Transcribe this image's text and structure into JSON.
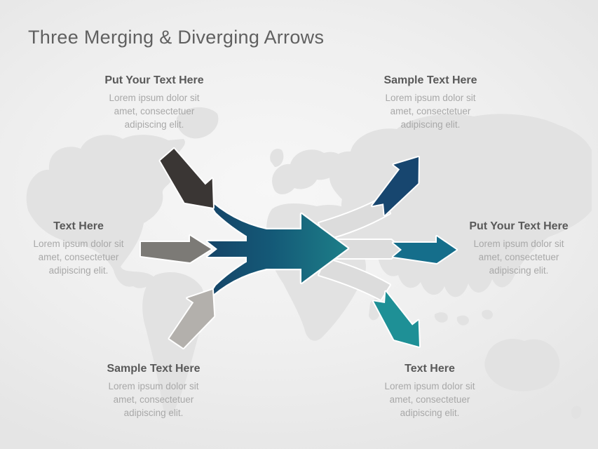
{
  "slide": {
    "title": "Three Merging & Diverging Arrows"
  },
  "blocks": {
    "top_left": {
      "heading": "Put Your Text Here",
      "body": "Lorem ipsum dolor sit\namet, consectetuer\nadipiscing elit."
    },
    "top_right": {
      "heading": "Sample Text Here",
      "body": "Lorem ipsum dolor sit\namet, consectetuer\nadipiscing elit."
    },
    "mid_left": {
      "heading": "Text Here",
      "body": "Lorem ipsum dolor sit\namet, consectetuer\nadipiscing elit."
    },
    "mid_right": {
      "heading": "Put Your Text Here",
      "body": "Lorem ipsum dolor sit\namet, consectetuer\nadipiscing elit."
    },
    "bottom_left": {
      "heading": "Sample Text Here",
      "body": "Lorem ipsum dolor sit\namet, consectetuer\nadipiscing elit."
    },
    "bottom_right": {
      "heading": "Text Here",
      "body": "Lorem ipsum dolor sit\namet, consectetuer\nadipiscing elit."
    }
  },
  "colors": {
    "background": "#efefef",
    "map_watermark": "#e2e2e2",
    "heading_text": "#595959",
    "body_text": "#a8a8a8",
    "incoming_arrow_dark": "#3a3634",
    "incoming_arrow_gray": "#7c7a76",
    "incoming_arrow_light_gray": "#b3b0ac",
    "merge_gradient_start": "#163a60",
    "merge_gradient_end": "#1d8089",
    "outgoing_arrow_navy": "#17466f",
    "outgoing_arrow_teal": "#156e8b",
    "outgoing_arrow_teal_green": "#1e9096",
    "diverge_band_gray": "#dcdcdc",
    "arrow_outline": "#ffffff"
  }
}
